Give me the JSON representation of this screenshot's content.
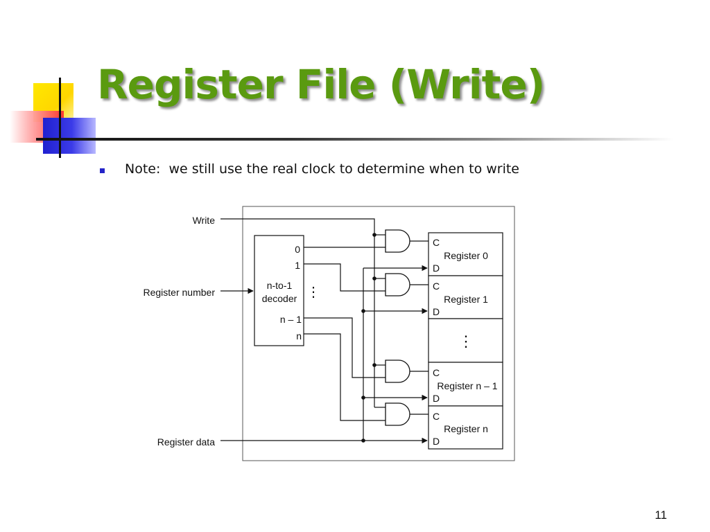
{
  "slide": {
    "title": "Register File (Write)",
    "bullet": "Note:  we still use the real clock to determine when to write",
    "page_number": "11"
  },
  "diagram": {
    "inputs": {
      "write": "Write",
      "register_number": "Register number",
      "register_data": "Register data"
    },
    "decoder": {
      "label_line1": "n-to-1",
      "label_line2": "decoder",
      "outputs": [
        "0",
        "1",
        "n – 1",
        "n"
      ],
      "ellipsis": "⋮"
    },
    "registers": [
      {
        "name": "Register 0",
        "c": "C",
        "d": "D"
      },
      {
        "name": "Register 1",
        "c": "C",
        "d": "D"
      },
      {
        "name": "Register n – 1",
        "c": "C",
        "d": "D"
      },
      {
        "name": "Register n",
        "c": "C",
        "d": "D"
      }
    ],
    "register_ellipsis": "⋮"
  }
}
